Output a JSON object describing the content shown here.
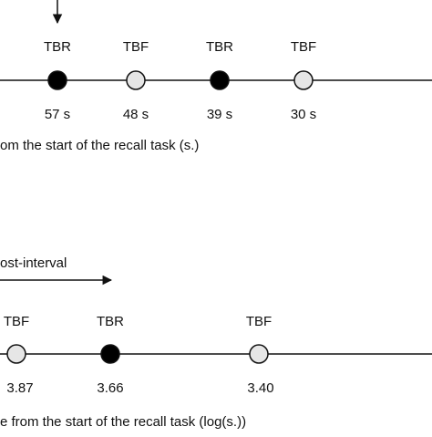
{
  "top": {
    "markers": [
      {
        "label": "TBR",
        "value": "57 s",
        "filled": true
      },
      {
        "label": "TBF",
        "value": "48 s",
        "filled": false
      },
      {
        "label": "TBR",
        "value": "39 s",
        "filled": true
      },
      {
        "label": "TBF",
        "value": "30 s",
        "filled": false
      }
    ],
    "caption": "om the start of the recall task (s.)"
  },
  "bottom": {
    "arrow_label": "ost-interval",
    "markers": [
      {
        "label": "TBF",
        "value": "3.87",
        "filled": false
      },
      {
        "label": "TBR",
        "value": "3.66",
        "filled": true
      },
      {
        "label": "TBF",
        "value": "3.40",
        "filled": false
      }
    ],
    "caption": "e from the start of the recall task (log(s.))"
  },
  "colors": {
    "filled": "#000000",
    "open_fill": "#e6e6e6",
    "line": "#111111"
  }
}
